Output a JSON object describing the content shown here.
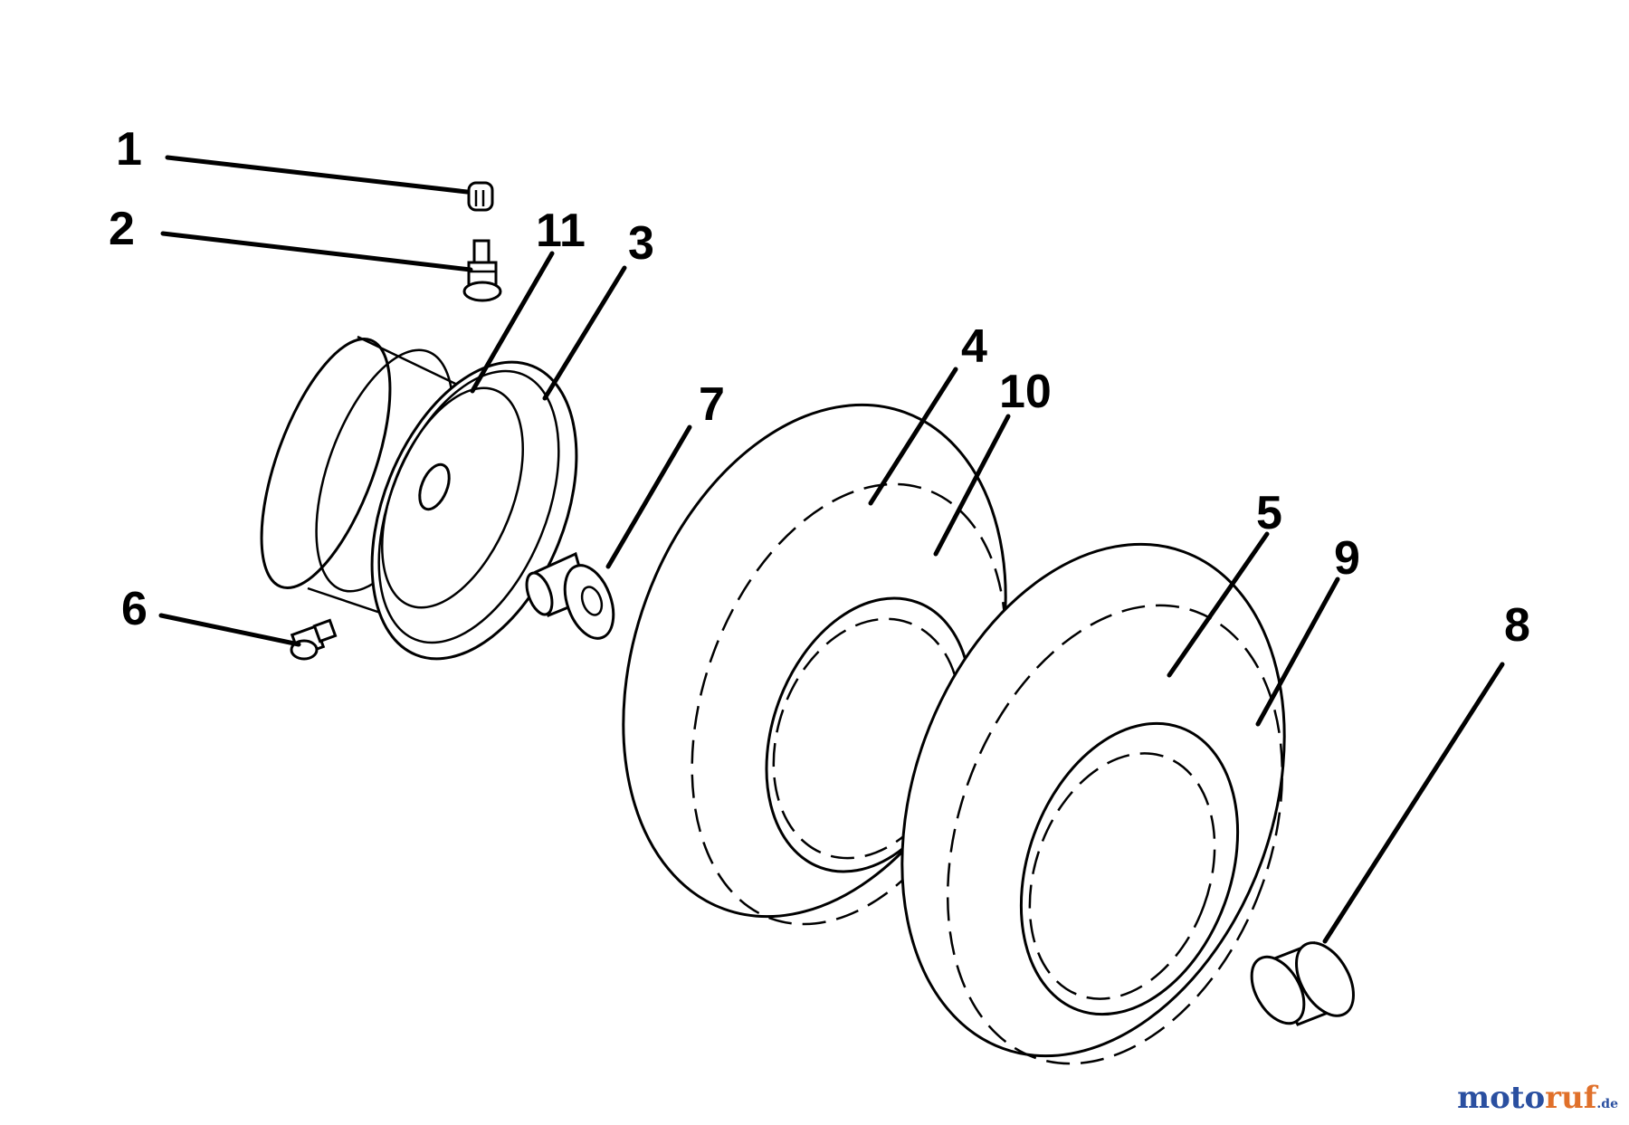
{
  "diagram": {
    "callouts": {
      "c1": "1",
      "c2": "2",
      "c3": "3",
      "c4": "4",
      "c5": "5",
      "c6": "6",
      "c7": "7",
      "c8": "8",
      "c9": "9",
      "c10": "10",
      "c11": "11"
    },
    "parts": [
      "valve-cap",
      "valve-stem",
      "rim",
      "tire-front",
      "tire-rear",
      "grease-fitting",
      "bushing",
      "hub-cap",
      "rim-band"
    ]
  },
  "watermark": {
    "part1": "moto",
    "part2": "ruf",
    "part3": ".de"
  },
  "colors": {
    "line": "#000000",
    "background": "#ffffff",
    "watermark_blue": "#2a4fa0",
    "watermark_orange": "#e0702a"
  }
}
